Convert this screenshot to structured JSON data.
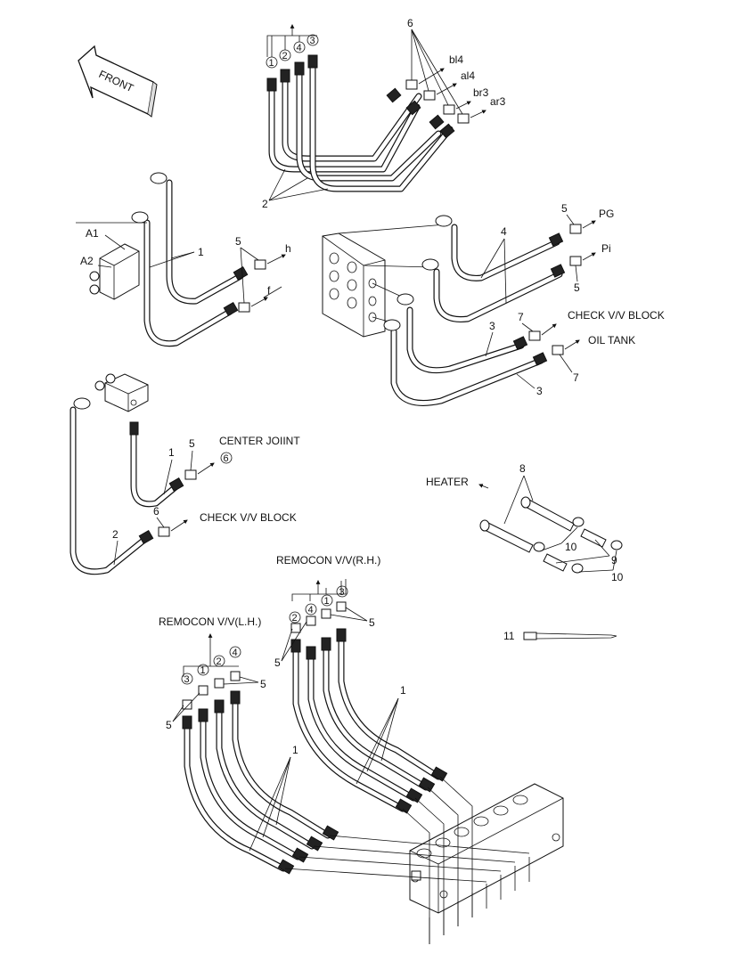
{
  "figure": {
    "front_label": "FRONT",
    "top_group": {
      "circled": [
        "1",
        "2",
        "4",
        "3"
      ],
      "part_6": "6",
      "part_2": "2",
      "ports": [
        "bl4",
        "al4",
        "br3",
        "ar3"
      ]
    },
    "left_group": {
      "a1": "A1",
      "a2": "A2",
      "part_1": "1",
      "part_5": "5",
      "port_h": "h",
      "port_f": "f"
    },
    "right_group": {
      "part_4": "4",
      "part_5a": "5",
      "part_5b": "5",
      "port_pg": "PG",
      "port_pi": "Pi",
      "part_7a": "7",
      "part_7b": "7",
      "check_block": "CHECK V/V BLOCK",
      "oil_tank": "OIL TANK",
      "part_3a": "3",
      "part_3b": "3"
    },
    "middle_left_group": {
      "part_5": "5",
      "center_joint": "CENTER JOIINT",
      "center_joint_circled": "6",
      "part_1": "1",
      "part_6": "6",
      "check_block": "CHECK V/V BLOCK",
      "part_2": "2"
    },
    "heater_group": {
      "heater": "HEATER",
      "part_8": "8",
      "part_10a": "10",
      "part_9": "9",
      "part_10b": "10"
    },
    "tie": {
      "part_11": "11"
    },
    "bottom_group": {
      "remocon_rh": "REMOCON V/V(R.H.)",
      "remocon_lh": "REMOCON V/V(L.H.)",
      "rh_circled": [
        "2",
        "4",
        "1",
        "3"
      ],
      "lh_circled": [
        "3",
        "1",
        "2",
        "4"
      ],
      "part_5": "5",
      "part_1": "1"
    }
  }
}
